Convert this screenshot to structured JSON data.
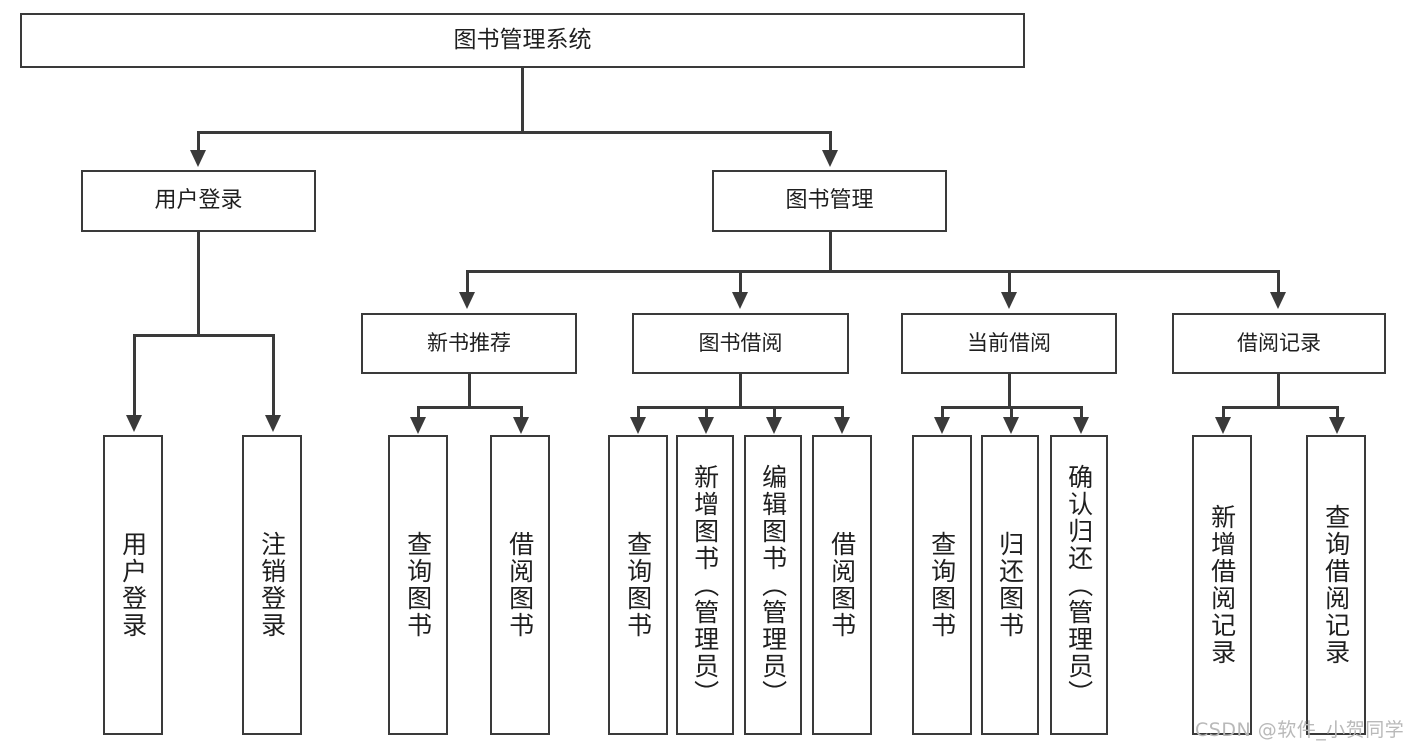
{
  "diagram": {
    "type": "tree",
    "title": "图书管理系统",
    "root": {
      "label": "图书管理系统"
    },
    "level1": [
      {
        "label": "用户登录"
      },
      {
        "label": "图书管理"
      }
    ],
    "level2": [
      {
        "label": "新书推荐",
        "parent": "图书管理"
      },
      {
        "label": "图书借阅",
        "parent": "图书管理"
      },
      {
        "label": "当前借阅",
        "parent": "图书管理"
      },
      {
        "label": "借阅记录",
        "parent": "图书管理"
      }
    ],
    "leaves": {
      "user_login": [
        {
          "label": "用户登录"
        },
        {
          "label": "注销登录"
        }
      ],
      "new_book": [
        {
          "label": "查询图书"
        },
        {
          "label": "借阅图书"
        }
      ],
      "book_borrow": [
        {
          "label": "查询图书"
        },
        {
          "label": "新增图书（管理员）"
        },
        {
          "label": "编辑图书（管理员）"
        },
        {
          "label": "借阅图书"
        }
      ],
      "current_borrow": [
        {
          "label": "查询图书"
        },
        {
          "label": "归还图书"
        },
        {
          "label": "确认归还（管理员）"
        }
      ],
      "borrow_record": [
        {
          "label": "新增借阅记录"
        },
        {
          "label": "查询借阅记录"
        }
      ]
    }
  },
  "watermark": {
    "text": "CSDN @软件_小贺同学"
  },
  "colors": {
    "stroke": "#3a3a3a",
    "background": "#ffffff",
    "text": "#1f1f1f",
    "watermark": "#b9b9b9"
  }
}
